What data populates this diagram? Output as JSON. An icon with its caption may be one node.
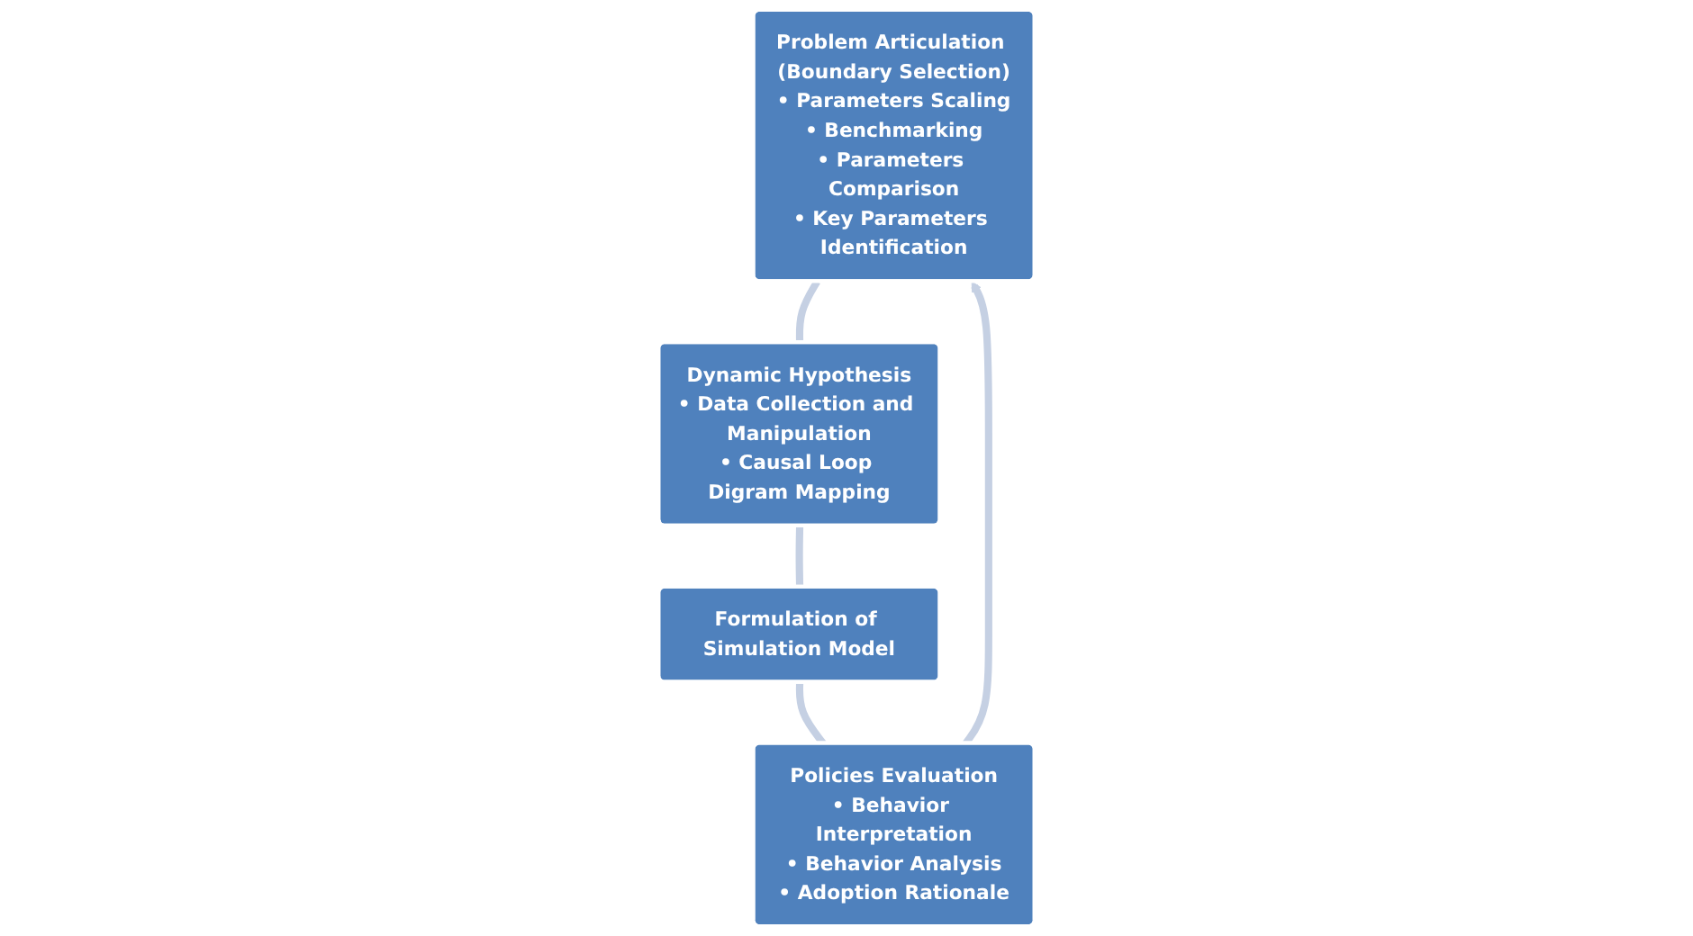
{
  "diagram": {
    "nodes": [
      {
        "text": [
          "Problem Articulation (Boundary Selection)",
          "• Parameters Scaling",
          "• Benchmarking",
          "• Parameters Comparison",
          "• Key Parameters Identification"
        ]
      },
      {
        "text": [
          "Dynamic Hypothesis",
          "• Data Collection and Manipulation",
          "• Causal Loop Digram Mapping"
        ]
      },
      {
        "text": [
          "Formulation of Simulation Model"
        ]
      },
      {
        "text": [
          "Policies Evaluation",
          "• Behavior Interpretation",
          "• Behavior Analysis",
          "• Adoption Rationale"
        ]
      }
    ],
    "edges": [
      {
        "from": 0,
        "to": 1,
        "arrow": "none"
      },
      {
        "from": 1,
        "to": 2,
        "arrow": "none"
      },
      {
        "from": 2,
        "to": 3,
        "arrow": "none"
      },
      {
        "from": 3,
        "to": 0,
        "arrow": "to"
      }
    ]
  }
}
